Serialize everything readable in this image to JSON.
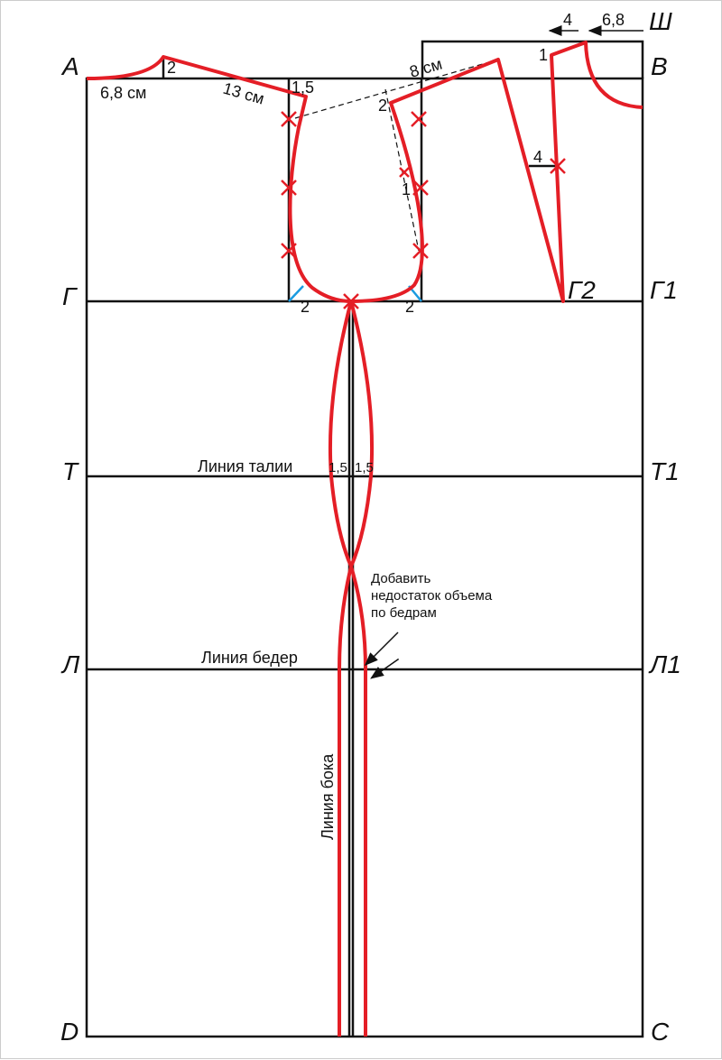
{
  "points": {
    "A": "А",
    "B": "В",
    "Sh": "Ш",
    "G": "Г",
    "G1": "Г1",
    "G2": "Г2",
    "T": "Т",
    "T1": "Т1",
    "L": "Л",
    "L1": "Л1",
    "D": "D",
    "C": "С"
  },
  "measures": {
    "neck_front": "6,8 см",
    "neck_depth": "2",
    "shoulder": "13 см",
    "shoulder_drop": "1,5",
    "back_shoulder": "8 см",
    "back_shoulder_drop": "2",
    "armhole_offset": "1",
    "armhole_left": "2",
    "armhole_right": "2",
    "dart_width": "4",
    "dart_top": "1",
    "top_arrow_1": "4",
    "top_arrow_2": "6,8",
    "waist_left": "1,5",
    "waist_right": "1,5"
  },
  "labels": {
    "waist_line": "Линия талии",
    "hip_line": "Линия бедер",
    "side_line": "Линия бока",
    "note_line1": "Добавить",
    "note_line2": "недостаток объема",
    "note_line3": "по бедрам"
  }
}
